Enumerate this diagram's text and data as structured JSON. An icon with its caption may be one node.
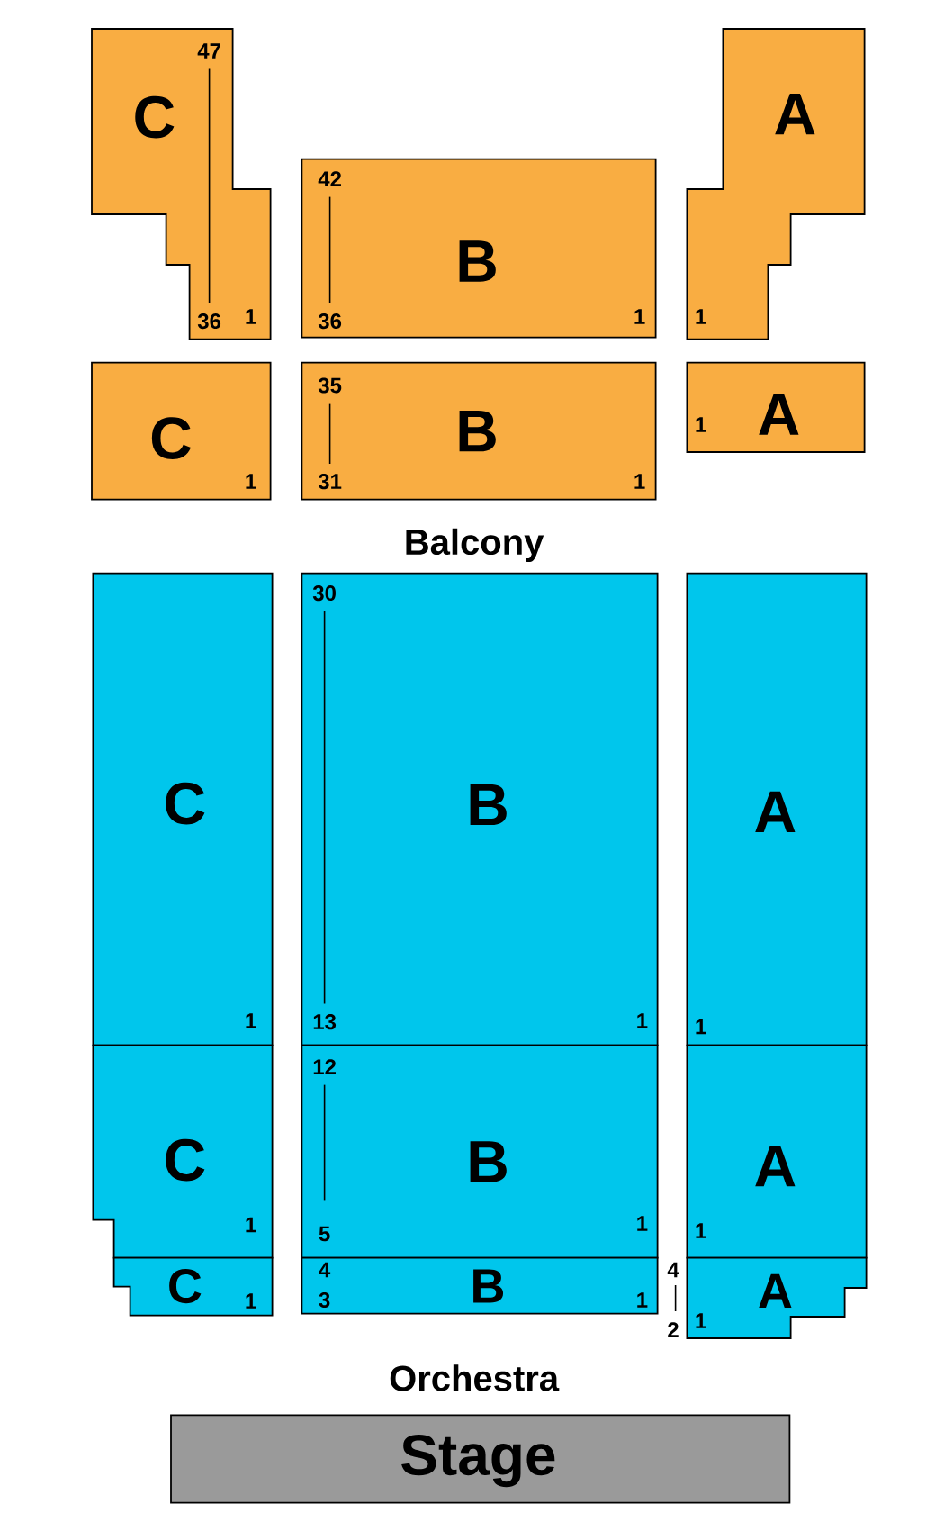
{
  "diagram": {
    "nodes": [
      {
        "text": [
          "47",
          "C",
          "36",
          "1"
        ]
      },
      {
        "text": [
          "42",
          "B",
          "36",
          "1"
        ]
      },
      {
        "text": [
          "A",
          "1"
        ]
      },
      {
        "text": [
          "C",
          "1"
        ]
      },
      {
        "text": [
          "35",
          "B",
          "31",
          "1"
        ]
      },
      {
        "text": [
          "1",
          "A"
        ]
      },
      {
        "text": [
          "C",
          "1"
        ]
      },
      {
        "text": [
          "30",
          "B",
          "13",
          "1"
        ]
      },
      {
        "text": [
          "A",
          "1"
        ]
      },
      {
        "text": [
          "C",
          "1"
        ]
      },
      {
        "text": [
          "12",
          "B",
          "5",
          "1"
        ]
      },
      {
        "text": [
          "A",
          "1"
        ]
      },
      {
        "text": [
          "C",
          "1"
        ]
      },
      {
        "text": [
          "4",
          "3",
          "B",
          "1"
        ]
      },
      {
        "text": [
          "A",
          "1"
        ],
        "beside": [
          "4",
          "2"
        ]
      },
      {
        "text": [
          "Stage"
        ]
      }
    ],
    "labels": [
      "Balcony",
      "Orchestra"
    ]
  }
}
